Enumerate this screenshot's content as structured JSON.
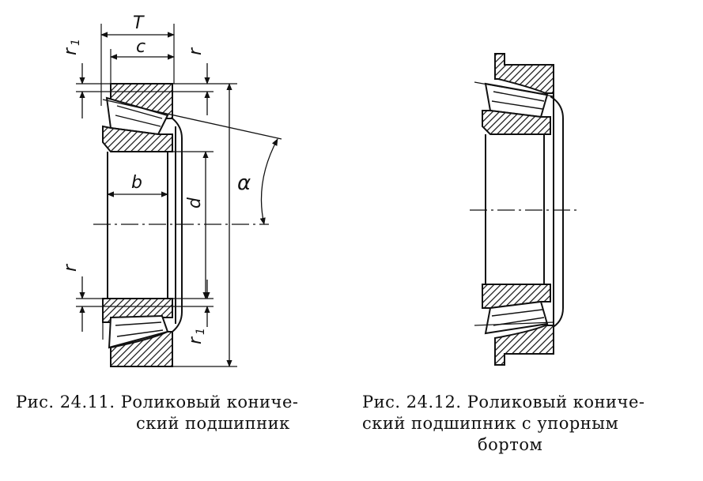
{
  "figure1": {
    "caption_line1": "Рис.  24.11.  Роликовый  кониче-",
    "caption_line2": "ский подшипник",
    "labels": {
      "T": "T",
      "c": "c",
      "r1_top": "r",
      "r1_top_sub": "1",
      "r_top": "r",
      "b": "b",
      "d": "d",
      "alpha": "α",
      "r_bottom": "r",
      "r1_bottom": "r",
      "r1_bottom_sub": "1"
    }
  },
  "figure2": {
    "caption_line1": "Рис.  24.12.  Роликовый  кониче-",
    "caption_line2": "ский    подшипник    с   упорным",
    "caption_line3": "бортом"
  },
  "colors": {
    "ink": "#111111",
    "background": "#ffffff"
  }
}
